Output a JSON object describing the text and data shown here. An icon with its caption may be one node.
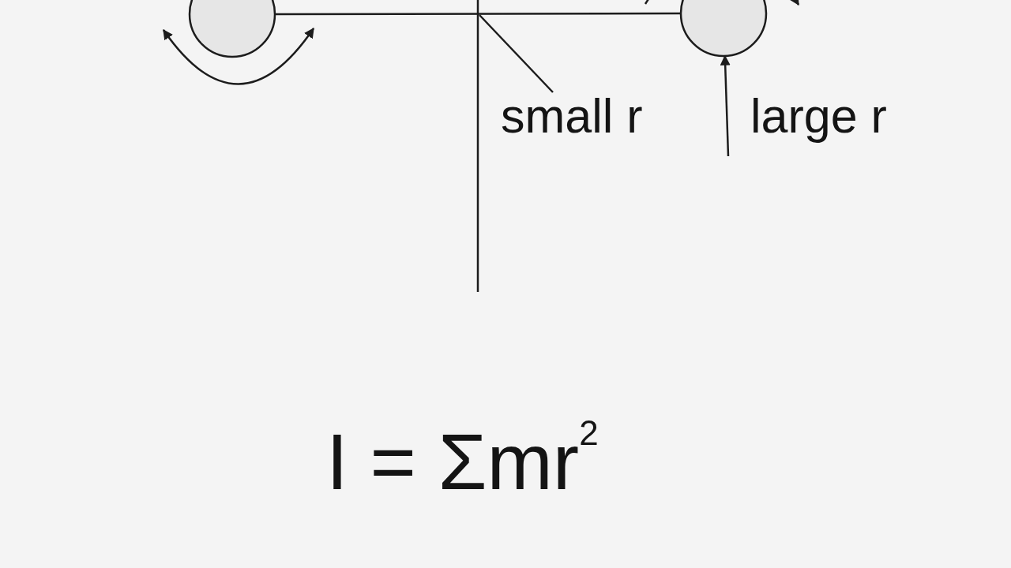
{
  "diagram": {
    "nodes": [
      {
        "text": [],
        "shape": "circle"
      },
      {
        "text": [],
        "shape": "circle"
      },
      {
        "text": [
          "small r"
        ]
      }
    ],
    "edges": [
      {
        "from": 0,
        "to": 1,
        "arrow": "none"
      },
      {
        "from": 2,
        "to": null,
        "arrow": "none"
      },
      {
        "from": null,
        "to": 1,
        "arrow": "to"
      }
    ],
    "labels": [
      "large r",
      "I = Σmr$^{2}$"
    ]
  }
}
